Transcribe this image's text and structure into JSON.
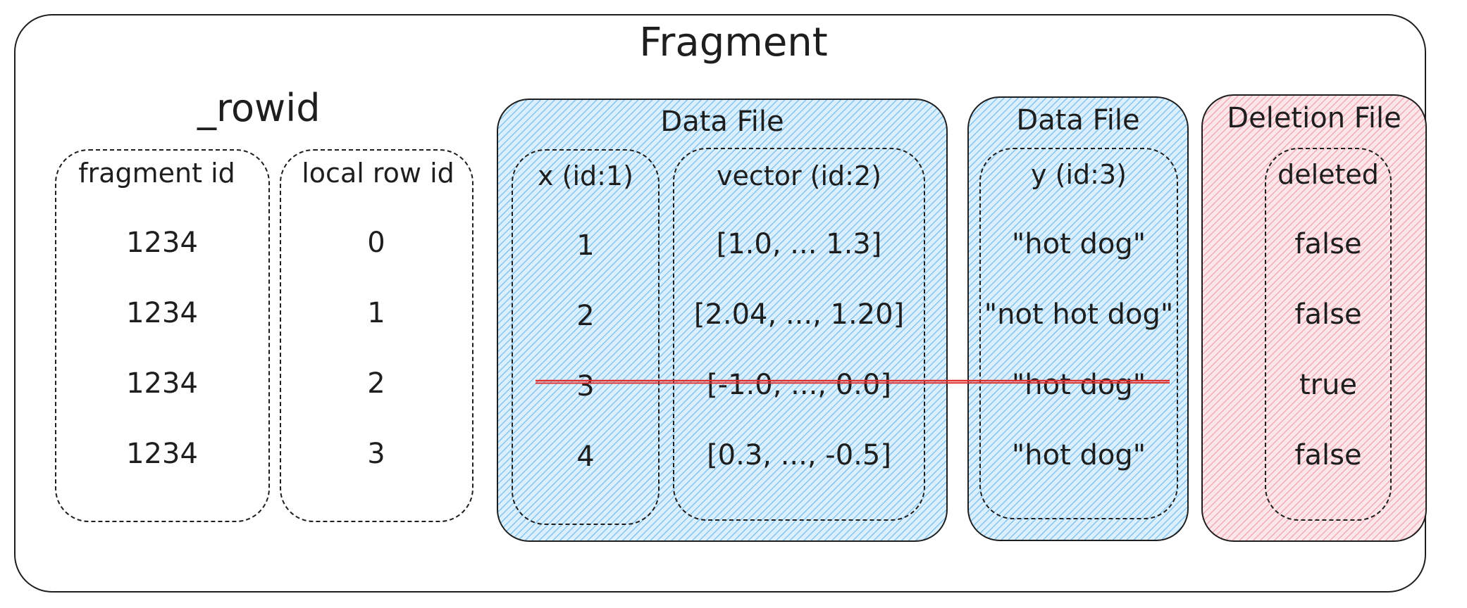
{
  "title": "Fragment",
  "rowid": {
    "label": "_rowid",
    "columns": [
      {
        "header": "fragment id",
        "values": [
          "1234",
          "1234",
          "1234",
          "1234"
        ]
      },
      {
        "header": "local row id",
        "values": [
          "0",
          "1",
          "2",
          "3"
        ]
      }
    ]
  },
  "data_file_1": {
    "label": "Data File",
    "columns": [
      {
        "header": "x (id:1)",
        "values": [
          "1",
          "2",
          "3",
          "4"
        ]
      },
      {
        "header": "vector (id:2)",
        "values": [
          "[1.0, ... 1.3]",
          "[2.04, ..., 1.20]",
          "[-1.0, ..., 0.0]",
          "[0.3, ..., -0.5]"
        ]
      }
    ]
  },
  "data_file_2": {
    "label": "Data File",
    "columns": [
      {
        "header": "y (id:3)",
        "values": [
          "\"hot dog\"",
          "\"not hot dog\"",
          "\"hot dog\"",
          "\"hot dog\""
        ]
      }
    ]
  },
  "deletion_file": {
    "label": "Deletion File",
    "columns": [
      {
        "header": "deleted",
        "values": [
          "false",
          "false",
          "true",
          "false"
        ]
      }
    ]
  },
  "colors": {
    "data_file_fill": "#a5d8ff",
    "deletion_file_fill": "#ffc9c9",
    "strike_line": "#e03131",
    "stroke": "#1e1e1e"
  }
}
